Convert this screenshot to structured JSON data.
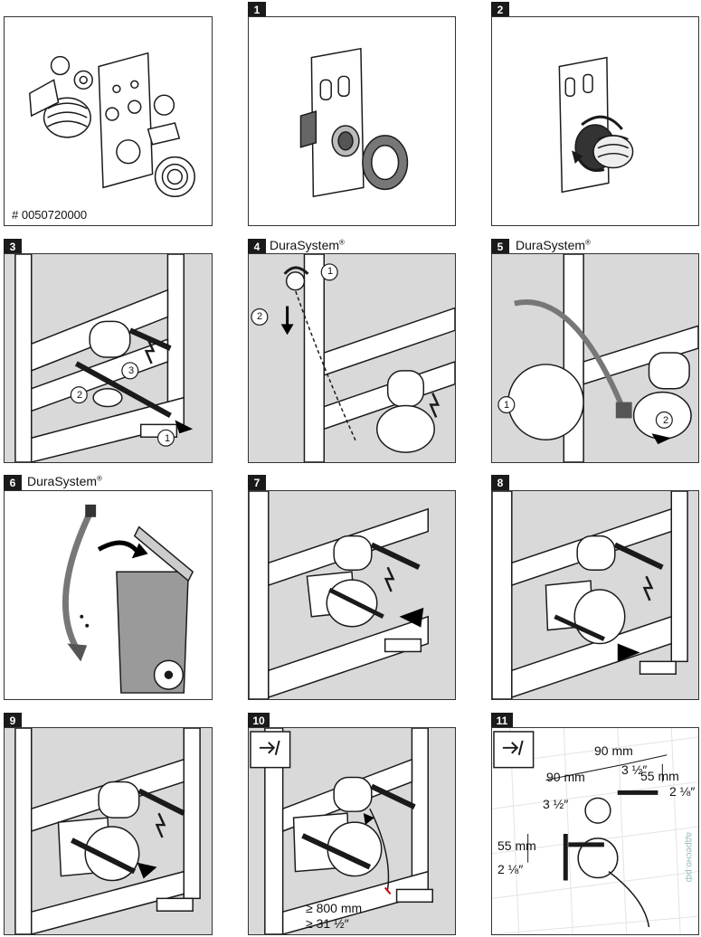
{
  "steps": {
    "s1": "1",
    "s2": "2",
    "s3": "3",
    "s4": "4",
    "s5": "5",
    "s6": "6",
    "s7": "7",
    "s8": "8",
    "s9": "9",
    "s10": "10",
    "s11": "11"
  },
  "part_number": "# 0050720000",
  "brand": "DuraSystem",
  "registered": "®",
  "callouts": {
    "c1": "1",
    "c2": "2",
    "c3": "3"
  },
  "step10": {
    "length_mm": "≥ 800 mm",
    "length_in": "≥ 31 ½″"
  },
  "step11": {
    "dim_h1_mm": "90 mm",
    "dim_h1_in": "3 ½″",
    "dim_h2_mm": "90 mm",
    "dim_h2_in": "3 ½″",
    "dim_v1_mm": "55 mm",
    "dim_v1_in": "2 ⅛″",
    "dim_v2_mm": "55 mm",
    "dim_v2_in": "2 ⅛″"
  },
  "watermark": "адресно.рф",
  "colors": {
    "line": "#1a1a1a",
    "wall": "#d9d9d9",
    "frame": "#ffffff",
    "arrow": "#000000"
  },
  "icons": [
    "wrench-rotate-icon",
    "trash-bin-icon",
    "power-off-icon"
  ]
}
